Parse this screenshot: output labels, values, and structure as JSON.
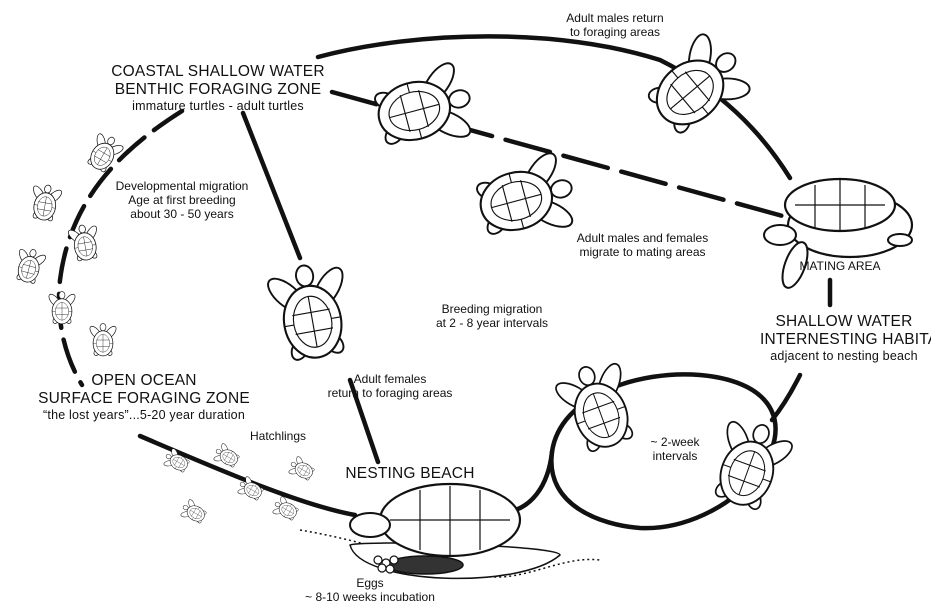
{
  "zones": {
    "coastal": {
      "line1": "COASTAL SHALLOW WATER",
      "line2": "BENTHIC FORAGING ZONE",
      "line3": "immature turtles - adult turtles"
    },
    "ocean": {
      "line1": "OPEN OCEAN",
      "line2": "SURFACE FORAGING ZONE",
      "line3": "“the lost years”...5-20 year duration"
    },
    "interesting": {
      "line1": "SHALLOW WATER",
      "line2": "INTERNESTING HABITAT",
      "line3": "adjacent to nesting beach"
    },
    "nesting": "NESTING BEACH",
    "mating": "MATING AREA"
  },
  "annotations": {
    "males_return": [
      "Adult males return",
      "to foraging areas"
    ],
    "dev_migration": [
      "Developmental migration",
      "Age at first breeding",
      "about 30 - 50 years"
    ],
    "mate_migrate": [
      "Adult males and females",
      "migrate to mating areas"
    ],
    "breeding": [
      "Breeding migration",
      "at 2 - 8 year intervals"
    ],
    "females_return": [
      "Adult females",
      "return to foraging areas"
    ],
    "hatchlings": "Hatchlings",
    "intervals": [
      "~ 2-week",
      "intervals"
    ],
    "eggs": [
      "Eggs",
      "~ 8-10 weeks incubation"
    ]
  }
}
